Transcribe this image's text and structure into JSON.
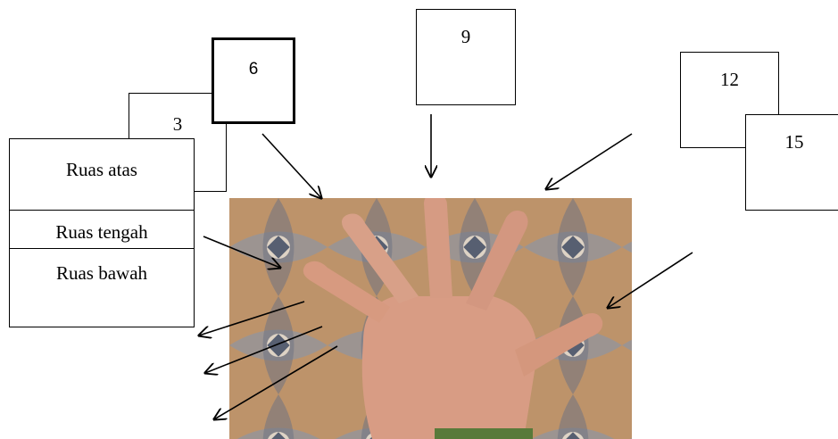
{
  "boxes": {
    "b3": "3",
    "b6": "6",
    "b9": "9",
    "b12": "12",
    "b15": "15",
    "atas": "Ruas atas",
    "tengah": "Ruas tengah",
    "bawah": "Ruas bawah"
  },
  "photo": {
    "subject": "open-hand-palm-photo"
  }
}
